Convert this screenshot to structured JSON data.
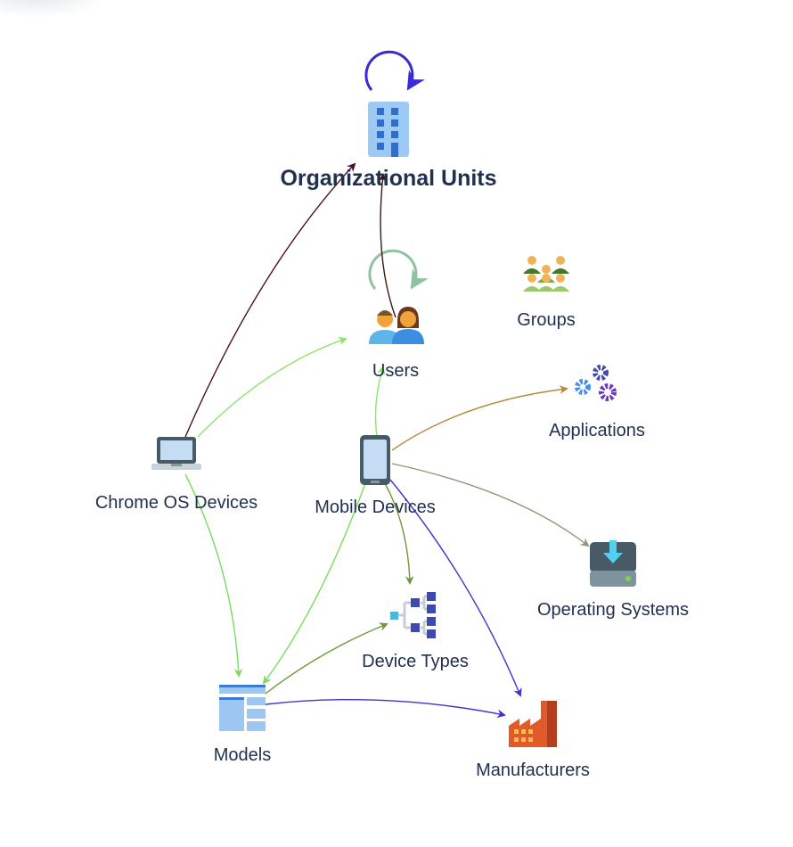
{
  "diagram": {
    "title": "Organizational Units",
    "nodes": [
      {
        "id": "org_units",
        "label": "Organizational Units",
        "icon": "building-icon"
      },
      {
        "id": "users",
        "label": "Users",
        "icon": "users-icon"
      },
      {
        "id": "groups",
        "label": "Groups",
        "icon": "groups-icon"
      },
      {
        "id": "applications",
        "label": "Applications",
        "icon": "gears-icon"
      },
      {
        "id": "chrome_os",
        "label": "Chrome OS Devices",
        "icon": "laptop-icon"
      },
      {
        "id": "mobile",
        "label": "Mobile Devices",
        "icon": "smartphone-icon"
      },
      {
        "id": "operating_systems",
        "label": "Operating Systems",
        "icon": "drive-download-icon"
      },
      {
        "id": "device_types",
        "label": "Device Types",
        "icon": "hierarchy-icon"
      },
      {
        "id": "models",
        "label": "Models",
        "icon": "table-layout-icon"
      },
      {
        "id": "manufacturers",
        "label": "Manufacturers",
        "icon": "factory-icon"
      }
    ],
    "edges": [
      {
        "from": "org_units",
        "to": "org_units",
        "color": "#3b2bd6",
        "self_loop": true
      },
      {
        "from": "users",
        "to": "users",
        "color": "#8fc2a2",
        "self_loop": true
      },
      {
        "from": "chrome_os",
        "to": "org_units",
        "color": "#4a1028"
      },
      {
        "from": "users",
        "to": "org_units",
        "color": "#3a1a14"
      },
      {
        "from": "chrome_os",
        "to": "users",
        "color": "#8ee36a"
      },
      {
        "from": "chrome_os",
        "to": "models",
        "color": "#7bdc5c"
      },
      {
        "from": "mobile",
        "to": "users",
        "color": "#8ee36a"
      },
      {
        "from": "mobile",
        "to": "applications",
        "color": "#b8873e"
      },
      {
        "from": "mobile",
        "to": "operating_systems",
        "color": "#8c9a78"
      },
      {
        "from": "mobile",
        "to": "device_types",
        "color": "#6f9a3c"
      },
      {
        "from": "mobile",
        "to": "manufacturers",
        "color": "#4a2fd0"
      },
      {
        "from": "mobile",
        "to": "models",
        "color": "#7bdc5c"
      },
      {
        "from": "models",
        "to": "device_types",
        "color": "#6f9a3c"
      },
      {
        "from": "models",
        "to": "manufacturers",
        "color": "#4a2fd0"
      }
    ]
  }
}
